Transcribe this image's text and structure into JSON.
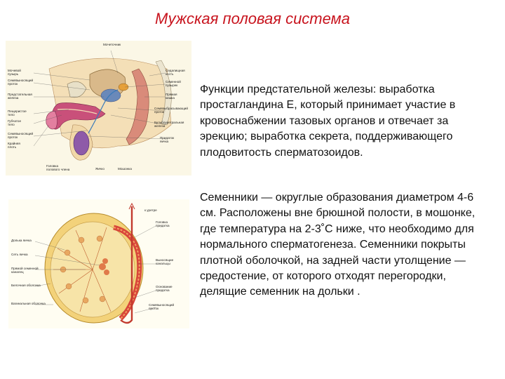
{
  "slide": {
    "title": "Мужская половая система",
    "paragraphs": [
      "Функции предстательной железы: выработка простагландина Е, который принимает участие в кровоснабжении тазовых органов и отвечает за эрекцию; выработка секрета, поддерживающего плодовитость сперматозоидов.",
      "Семенники — округлые образования диаметром 4-6 см. Расположены вне брюшной полости, в мошонке, где температура на 2-3˚С ниже, что необходимо для нормального сперматогенеза. Семенники покрыты плотной оболочкой, на задней части утолщение — средостение, от которого отходят перегородки, делящие семенник на дольки ."
    ]
  },
  "figure1": {
    "labels": {
      "top": "Мочеточник",
      "l1": "Мочевой\nпузырь",
      "l2": "Семявыносящий\nпроток",
      "l3": "Предстательная\nжелеза",
      "l4": "Пещеристое\nтело",
      "l5": "Губчатое\nтело",
      "l6": "Семявыносящий\nпроток",
      "l7": "Крайняя\nплоть",
      "r1": "Седалищная\nкость",
      "r2": "Семенной\nпузырек",
      "r3": "Прямая\nкишка",
      "r4": "Семявыбрасывающий\nпроток",
      "r5": "Бульбоуретральная\nжелеза",
      "r6": "Придаток\nяичка",
      "b1": "Головка\nполового члена",
      "b2": "Яичко",
      "b3": "Мошонка"
    }
  },
  "figure2": {
    "labels": {
      "top": "к уретре",
      "r1": "Головка\nпридатка",
      "r2": "Выносящие\nканальцы",
      "r3": "Основание\nпридатка",
      "r4": "Семявыносящий\nпроток",
      "l1": "Долька яичка",
      "l2": "Сеть яичка",
      "l3": "Прямой семенной\nканалец",
      "l4": "Белочная оболочка",
      "l5": "Вагинальная оболочка"
    }
  }
}
